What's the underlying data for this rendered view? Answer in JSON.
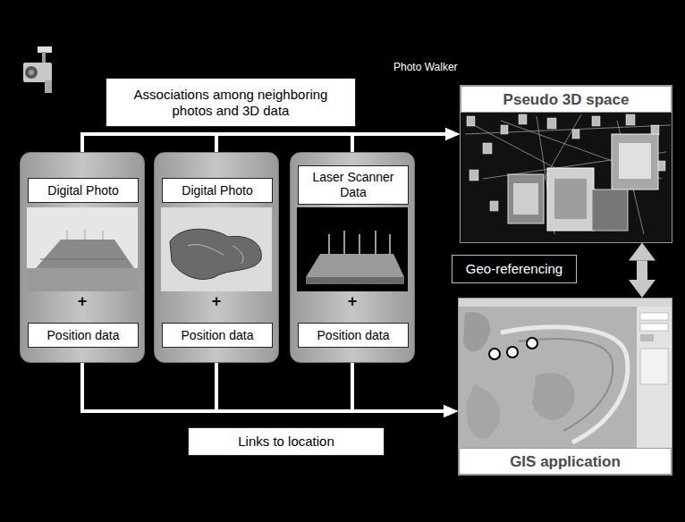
{
  "diagram": {
    "nodes": [
      {
        "text": [
          "Associations among neighboring photos and 3D data"
        ]
      },
      {
        "text": [
          "Pseudo 3D space"
        ]
      },
      {
        "text": [
          "+"
        ]
      },
      {
        "text": [
          "Digital Photo"
        ],
        "in": 2
      },
      {
        "text": [
          "Position data"
        ],
        "in": 2
      },
      {
        "text": [
          "+"
        ]
      },
      {
        "text": [
          "Digital Photo"
        ],
        "in": 5
      },
      {
        "text": [
          "Position data"
        ],
        "in": 5
      },
      {
        "text": [
          "+"
        ]
      },
      {
        "text": [
          "Laser Scanner Data"
        ],
        "in": 8
      },
      {
        "text": [
          "Position data"
        ],
        "in": 8
      },
      {
        "text": [
          "GIS application"
        ]
      },
      {
        "text": [
          "Links to location"
        ]
      }
    ],
    "edges": [
      {
        "from": 2,
        "to": 1,
        "arrow": "to"
      },
      {
        "from": 5,
        "to": 1,
        "arrow": "to"
      },
      {
        "from": 8,
        "to": 1,
        "arrow": "to"
      },
      {
        "from": 2,
        "to": 11,
        "arrow": "to"
      },
      {
        "from": 5,
        "to": 11,
        "arrow": "to"
      },
      {
        "from": 8,
        "to": 11,
        "arrow": "to"
      },
      {
        "from": 1,
        "to": 11,
        "arrow": "both",
        "label": "Geo-referencing"
      }
    ],
    "labels": [
      "Photo Walker"
    ]
  }
}
